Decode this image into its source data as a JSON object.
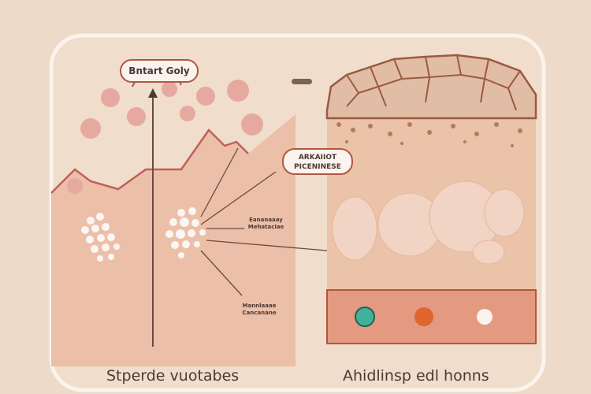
{
  "labels": {
    "top_bubble": "Bntart Goly",
    "mid_bubble_line1": "ARKAIIOT",
    "mid_bubble_line2": "PICENINESE",
    "side_label_1_line1": "Eananaaay",
    "side_label_1_line2": "Mehataciae",
    "side_label_2_line1": "Mannlaaae",
    "side_label_2_line2": "Cancanane",
    "caption_left": "Stperde vuotabes",
    "caption_right": "Ahidlinsp edl honns"
  },
  "colors": {
    "background": "#eedac9",
    "skin": "#ecbfa8",
    "outline": "#b0573e",
    "band": "#e39a80"
  }
}
